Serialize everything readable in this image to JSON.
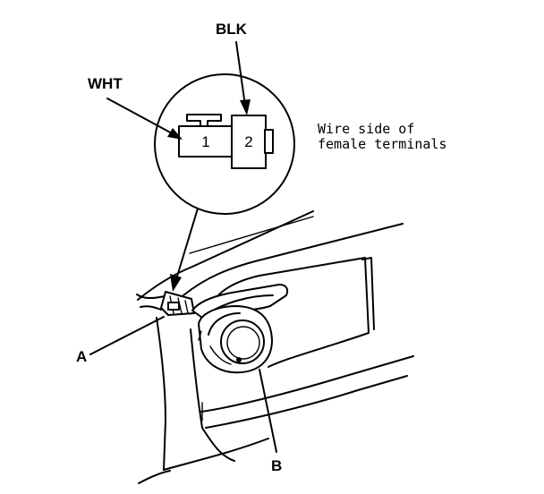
{
  "labels": {
    "blk": "BLK",
    "wht": "WHT",
    "pin1": "1",
    "pin2": "2",
    "note_line1": "Wire side of",
    "note_line2": "female terminals",
    "callout_a": "A",
    "callout_b": "B"
  },
  "colors": {
    "ink": "#000000",
    "background": "#ffffff"
  }
}
